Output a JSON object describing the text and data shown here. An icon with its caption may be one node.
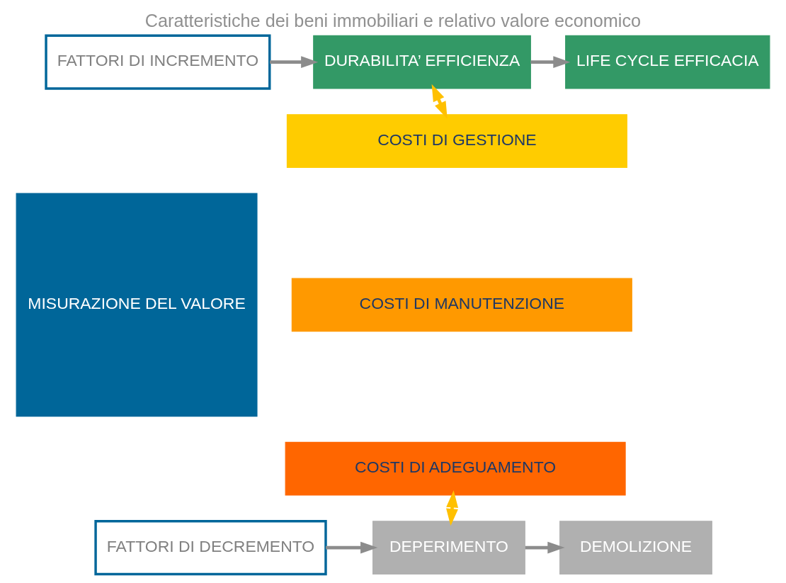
{
  "diagram": {
    "title": "Caratteristiche dei beni immobiliari e relativo valore economico",
    "nodes": [
      {
        "text": [
          "FATTORI DI INCREMENTO"
        ]
      },
      {
        "text": [
          "DURABILITA’ EFFICIENZA"
        ]
      },
      {
        "text": [
          "LIFE CYCLE EFFICACIA"
        ]
      },
      {
        "text": [
          "MISURAZIONE DEL VALORE"
        ]
      },
      {
        "text": [
          "COSTI DI GESTIONE"
        ]
      },
      {
        "text": [
          "COSTI DI MANUTENZIONE"
        ]
      },
      {
        "text": [
          "COSTI DI ADEGUAMENTO"
        ]
      },
      {
        "text": [
          "FATTORI DI DECREMENTO"
        ]
      },
      {
        "text": [
          "DEPERIMENTO"
        ]
      },
      {
        "text": [
          "DEMOLIZIONE"
        ]
      }
    ],
    "edges": [
      {
        "from": 0,
        "to": 1,
        "arrow": "to"
      },
      {
        "from": 1,
        "to": 2,
        "arrow": "to"
      },
      {
        "from": 1,
        "to": 4,
        "arrow": "both",
        "color": "#ffc000"
      },
      {
        "from": 6,
        "to": 8,
        "arrow": "both",
        "color": "#ffc000"
      },
      {
        "from": 7,
        "to": 8,
        "arrow": "to"
      },
      {
        "from": 8,
        "to": 9,
        "arrow": "to"
      }
    ]
  }
}
